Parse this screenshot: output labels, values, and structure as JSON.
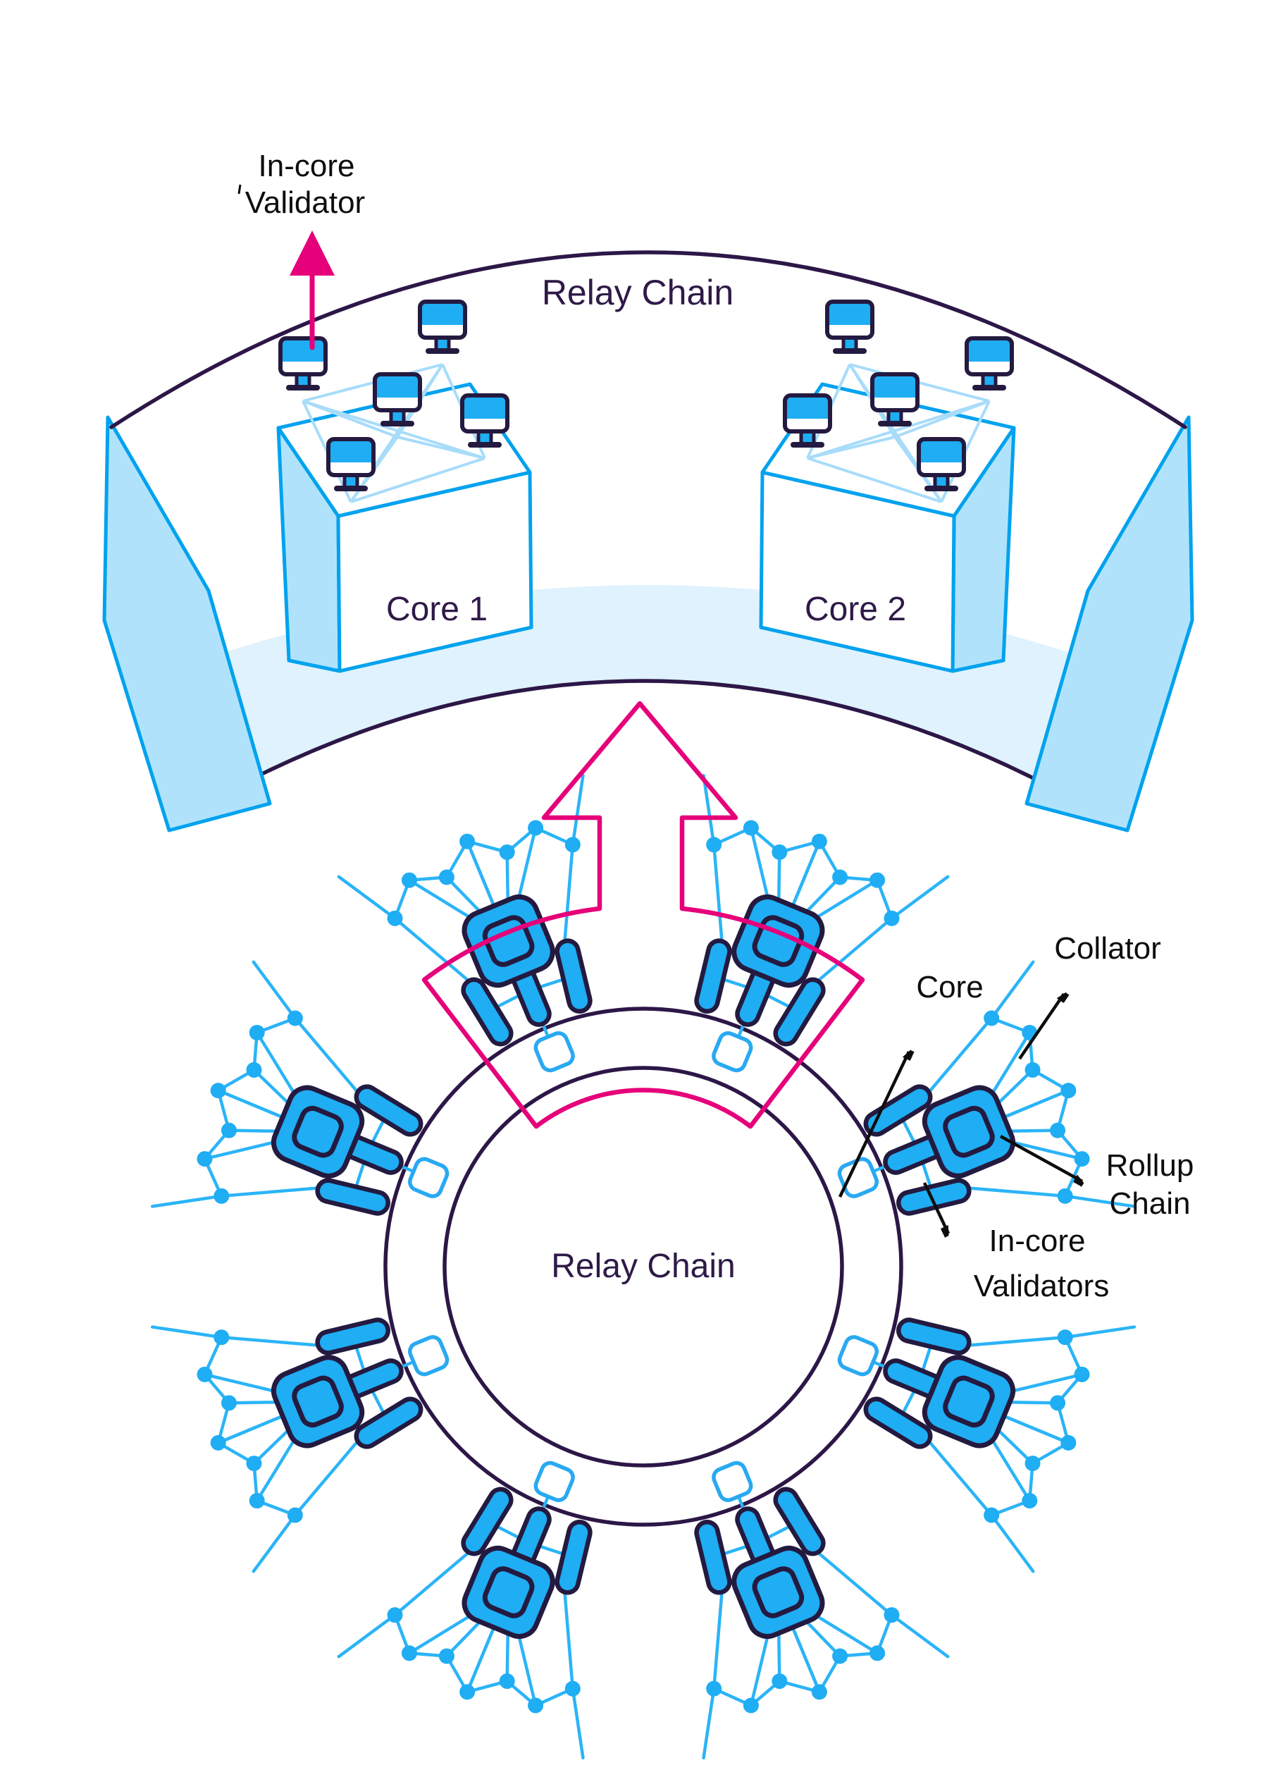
{
  "top_annotation": {
    "line1": "In-core",
    "line2": "Validator"
  },
  "relay_band": {
    "label": "Relay Chain",
    "cores": [
      {
        "label": "Core 1"
      },
      {
        "label": "Core 2"
      }
    ]
  },
  "relay_ring": {
    "label": "Relay Chain",
    "ring_node_count": 8,
    "rollup_cluster_count": 8
  },
  "callouts": {
    "collator": "Collator",
    "core": "Core",
    "rollup_chain": [
      "Rollup",
      "Chain"
    ],
    "incore_validators": [
      "In-core",
      "Validators"
    ]
  },
  "colors": {
    "pink_accent": "#E6007A",
    "bright_blue": "#1FADF3",
    "fan_line_blue": "#2BB4F7",
    "mesh_line_pale": "#A8DCFA",
    "navy_outline": "#241A40",
    "dark_purple_line": "#2C1747",
    "indigo_text": "#2E1A47",
    "cyan_edge": "#00A2EE",
    "wall_fill": "#B0E3FB",
    "floor_fill": "#DFF2FD",
    "black_text": "#0D0D0D",
    "node_stroke": "#29A9F2",
    "white": "#FFFFFF"
  },
  "icons": {
    "validator-monitor-icon": "desktop computer monitor",
    "rollup-chain-icon": "rounded square app badge",
    "incore-validator-pill-icon": "rounded pill bar",
    "collator-dot-icon": "network dot",
    "ring-node-icon": "rounded square slot on ring",
    "up-arrow-icon": "outlined upward arrow",
    "core-sector-arrow-icon": "small pink up arrow"
  }
}
